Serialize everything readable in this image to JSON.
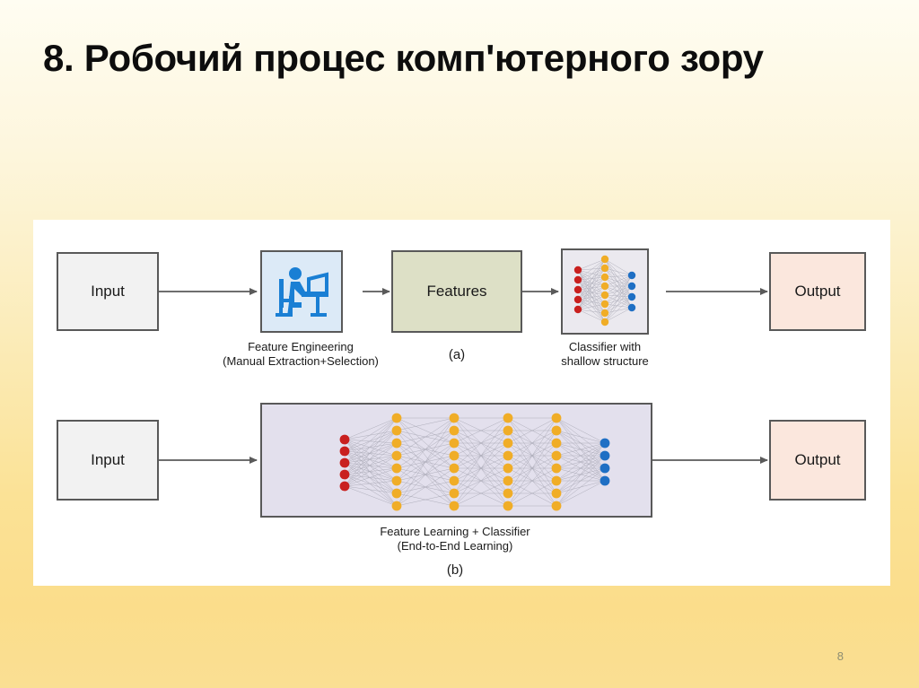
{
  "slide": {
    "title": "8. Робочий процес комп'ютерного зору",
    "page_number": "8"
  },
  "colors": {
    "background_top": "#fffdf2",
    "background_bottom": "#fadf93",
    "panel": "#ffffff",
    "box_border": "#595959",
    "box_input": "#f2f2f2",
    "box_output": "#fbe7dd",
    "box_features": "#dde0c6",
    "box_person": "#dceaf7",
    "box_shallow": "#ebe9ef",
    "box_deep": "#e3e0ed",
    "node_input": "#c9201f",
    "node_hidden": "#f0ad27",
    "node_output": "#1f6fc4",
    "edge": "#9a9aa6",
    "arrow": "#5a5a5a",
    "page_number": "#8d8d72"
  },
  "diagram": {
    "row_a": {
      "input_label": "Input",
      "person_icon": "person-at-desk-icon",
      "feature_engineering_caption_line1": "Feature Engineering",
      "feature_engineering_caption_line2": "(Manual Extraction+Selection)",
      "features_label": "Features",
      "classifier_caption_line1": "Classifier with",
      "classifier_caption_line2": "shallow structure",
      "output_label": "Output",
      "sub_label": "(a)",
      "shallow_net": {
        "input_nodes": 5,
        "hidden_layers": [
          8
        ],
        "output_nodes": 4
      }
    },
    "row_b": {
      "input_label": "Input",
      "output_label": "Output",
      "caption_line1": "Feature Learning + Classifier",
      "caption_line2": "(End-to-End Learning)",
      "sub_label": "(b)",
      "deep_net": {
        "input_nodes": 5,
        "hidden_layers": [
          8,
          8,
          8,
          8
        ],
        "output_nodes": 4
      }
    }
  }
}
